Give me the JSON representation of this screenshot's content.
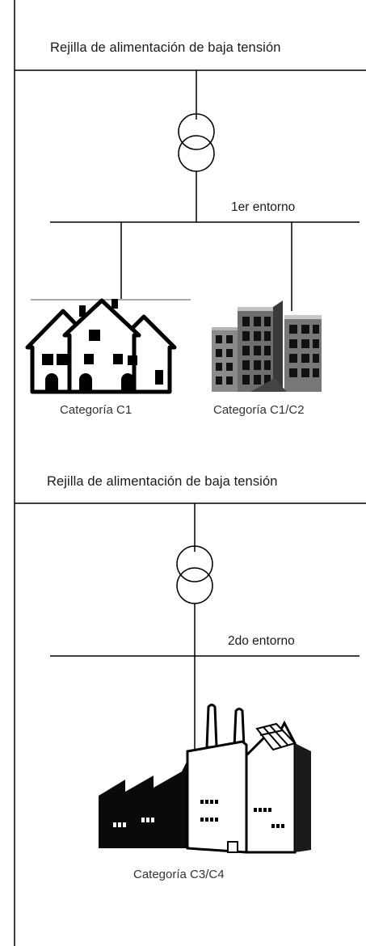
{
  "section1": {
    "grid_label": "Rejilla de alimentación de baja tensión",
    "environment_label": "1er entorno",
    "buildings": [
      {
        "icon": "houses-icon",
        "label": "Categoría C1"
      },
      {
        "icon": "office-buildings-icon",
        "label": "Categoría C1/C2"
      }
    ]
  },
  "section2": {
    "grid_label": "Rejilla de alimentación de baja tensión",
    "environment_label": "2do entorno",
    "buildings": [
      {
        "icon": "factory-icon",
        "label": "Categoría C3/C4"
      }
    ]
  },
  "colors": {
    "line": "#000000",
    "text": "#1a1a1a",
    "building_gray": "#7a7a7a"
  }
}
